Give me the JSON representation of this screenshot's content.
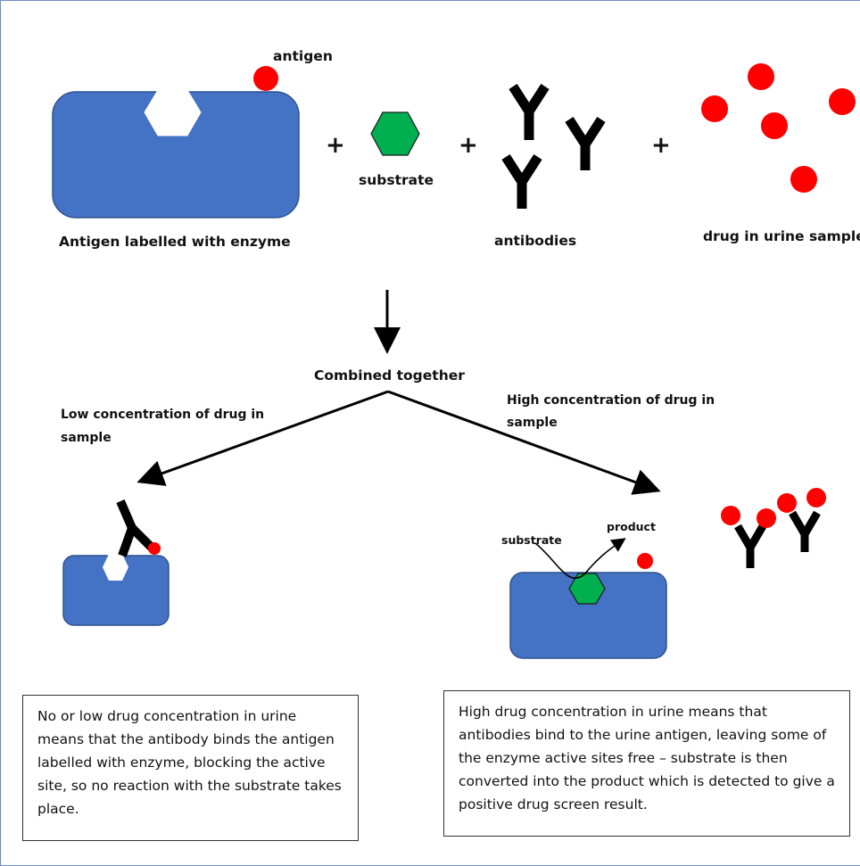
{
  "labels": {
    "antigen": "antigen",
    "antigen_enzyme": "Antigen labelled with enzyme",
    "substrate": "substrate",
    "antibodies": "antibodies",
    "drug_sample": "drug in urine sample",
    "combined": "Combined together",
    "low_line1": "Low concentration of drug in",
    "low_line2": "sample",
    "high_line1": "High concentration of drug in",
    "high_line2": "sample",
    "small_substrate": "substrate",
    "small_product": "product",
    "plus": "+"
  },
  "notes": {
    "low": "No or low drug concentration in urine means that the antibody binds the antigen labelled with enzyme, blocking the active site, so no reaction with the substrate takes place.",
    "high": "High drug concentration in urine means that antibodies bind to the urine antigen, leaving some of the enzyme active sites free – substrate is then converted into the product which is detected to give a positive drug screen result."
  },
  "colors": {
    "enzyme": "#4472c4",
    "enzyme_edge": "#2f528f",
    "antigen": "#ff0000",
    "substrate": "#00b050",
    "antibody": "#000000",
    "frame": "#6e8fbf"
  }
}
